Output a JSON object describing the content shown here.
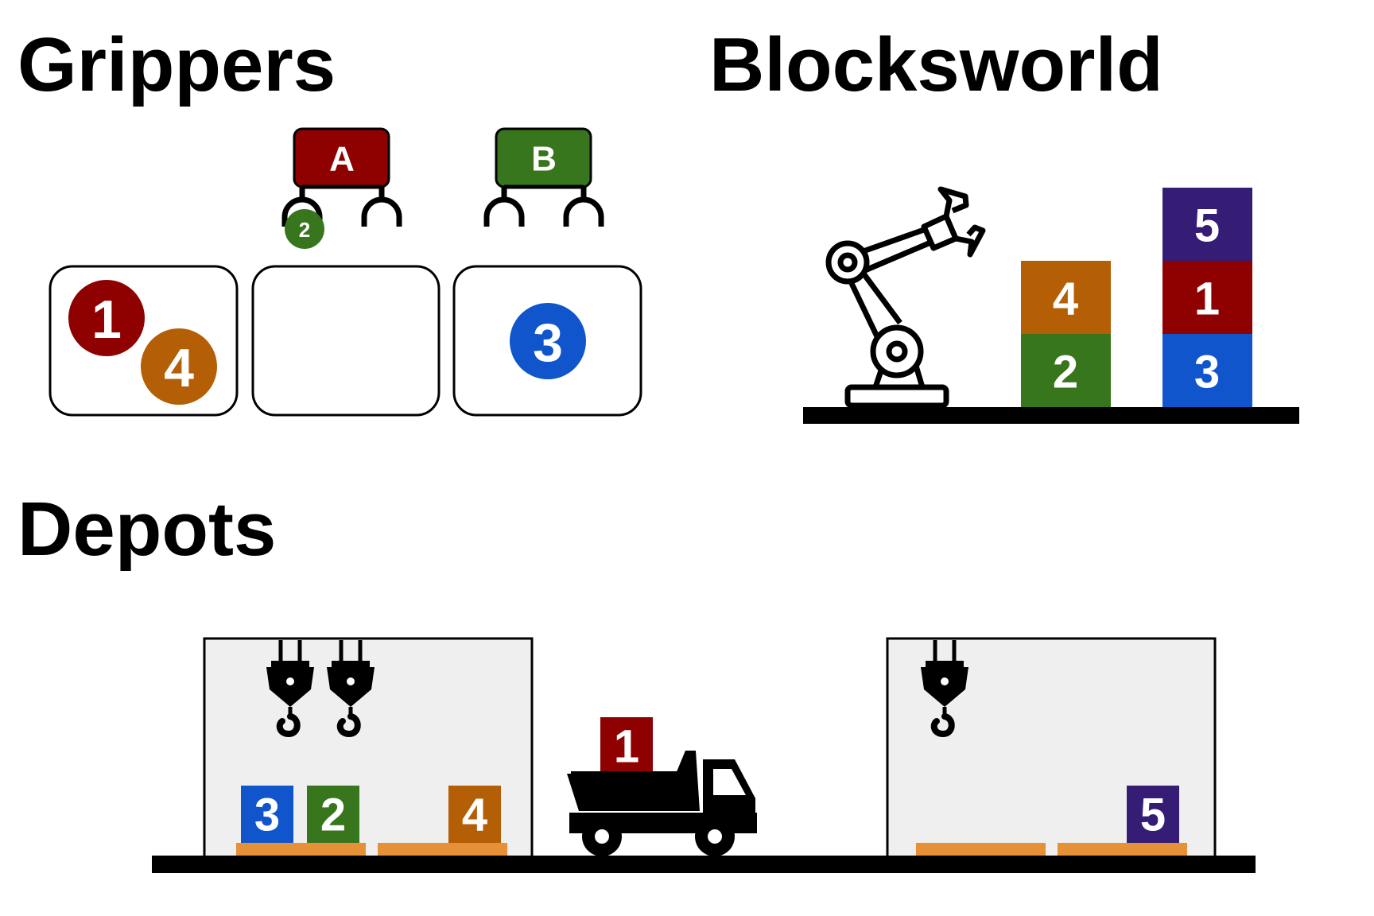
{
  "titles": {
    "grippers": "Grippers",
    "blocksworld": "Blocksworld",
    "depots": "Depots"
  },
  "colors": {
    "red": "#8f0000",
    "green": "#37761d",
    "blue": "#1155cc",
    "orange": "#b45f06",
    "purple": "#351c75",
    "pallet": "#e69138",
    "depot_fill": "#efefef"
  },
  "grippers": {
    "robots": [
      {
        "label": "A",
        "color": "red",
        "holding": "2"
      },
      {
        "label": "B",
        "color": "green",
        "holding": null
      }
    ],
    "held_ball": {
      "label": "2",
      "color": "green"
    },
    "rooms": [
      {
        "balls": [
          {
            "label": "1",
            "color": "red"
          },
          {
            "label": "4",
            "color": "orange"
          }
        ]
      },
      {
        "balls": []
      },
      {
        "balls": [
          {
            "label": "3",
            "color": "blue"
          }
        ]
      }
    ]
  },
  "blocksworld": {
    "stacks": [
      {
        "blocks": [
          {
            "label": "2",
            "color": "green"
          },
          {
            "label": "4",
            "color": "orange"
          }
        ]
      },
      {
        "blocks": [
          {
            "label": "3",
            "color": "blue"
          },
          {
            "label": "1",
            "color": "red"
          },
          {
            "label": "5",
            "color": "purple"
          }
        ]
      }
    ],
    "icon": "robot-arm-icon"
  },
  "depots": {
    "left": {
      "hoists": 2,
      "crates": [
        {
          "label": "3",
          "color": "blue"
        },
        {
          "label": "2",
          "color": "green"
        },
        {
          "label": "4",
          "color": "orange"
        }
      ]
    },
    "truck": {
      "crate": {
        "label": "1",
        "color": "red"
      },
      "icon": "dump-truck-icon"
    },
    "right": {
      "hoists": 1,
      "crates": [
        {
          "label": "5",
          "color": "purple"
        }
      ]
    }
  }
}
